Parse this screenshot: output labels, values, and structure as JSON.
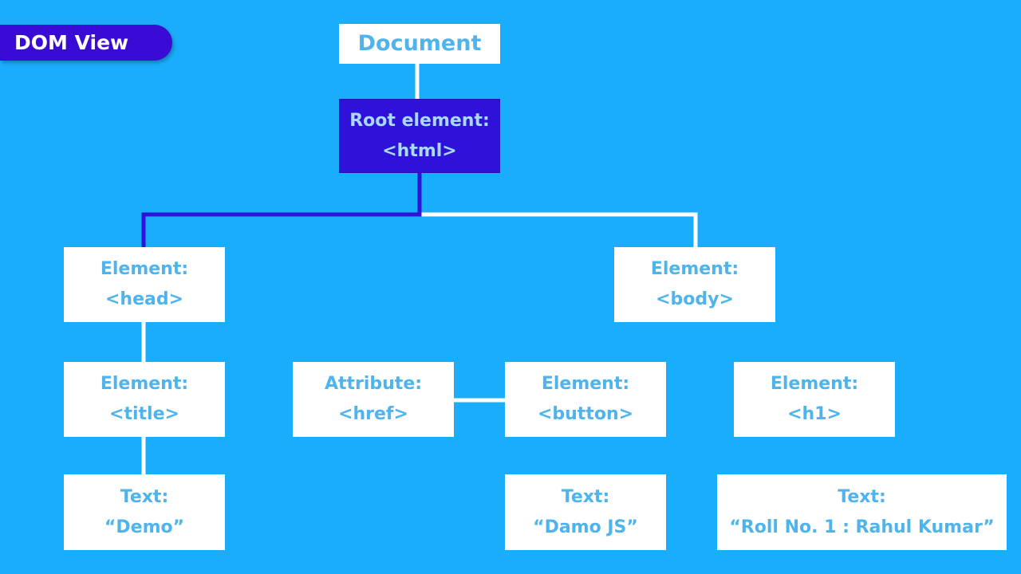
{
  "badge": {
    "label": "DOM View"
  },
  "nodes": {
    "document": {
      "label": "Document"
    },
    "root": {
      "type": "Root element:",
      "tag": "<html>"
    },
    "head": {
      "type": "Element:",
      "tag": "<head>"
    },
    "body": {
      "type": "Element:",
      "tag": "<body>"
    },
    "title": {
      "type": "Element:",
      "tag": "<title>"
    },
    "attribute": {
      "type": "Attribute:",
      "tag": "<href>"
    },
    "button": {
      "type": "Element:",
      "tag": "<button>"
    },
    "h1": {
      "type": "Element:",
      "tag": "<h1>"
    },
    "text_title": {
      "type": "Text:",
      "value": "“Demo”"
    },
    "text_button": {
      "type": "Text:",
      "value": "“Damo JS”"
    },
    "text_h1": {
      "type": "Text:",
      "value": "“Roll No. 1 : Rahul Kumar”"
    }
  },
  "colors": {
    "background": "#1aadfb",
    "accent": "#3b0bd6",
    "root_fill": "#2f12d9",
    "node_text": "#4fb4ec",
    "connector": "#ffffff",
    "highlight_path": "#2f12d9"
  }
}
